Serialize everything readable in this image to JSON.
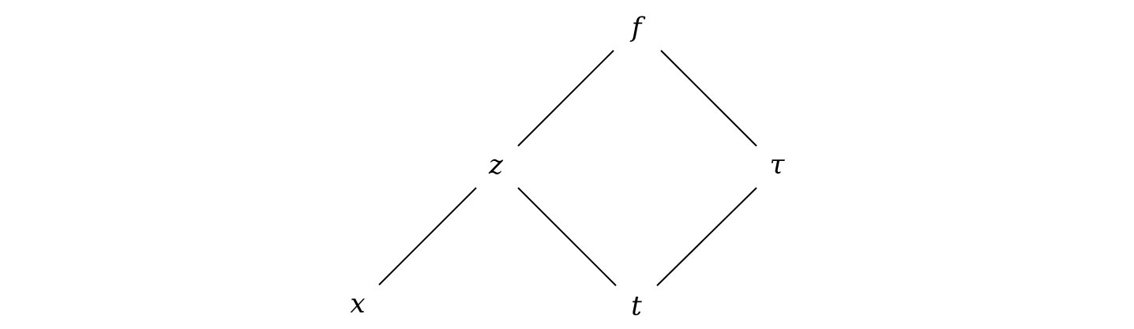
{
  "diagram": {
    "nodes": {
      "f": "f",
      "z": "z",
      "tau": "τ",
      "x": "x",
      "t": "t"
    },
    "edges": [
      [
        "f",
        "z"
      ],
      [
        "f",
        "tau"
      ],
      [
        "z",
        "x"
      ],
      [
        "z",
        "t"
      ],
      [
        "tau",
        "t"
      ]
    ]
  }
}
